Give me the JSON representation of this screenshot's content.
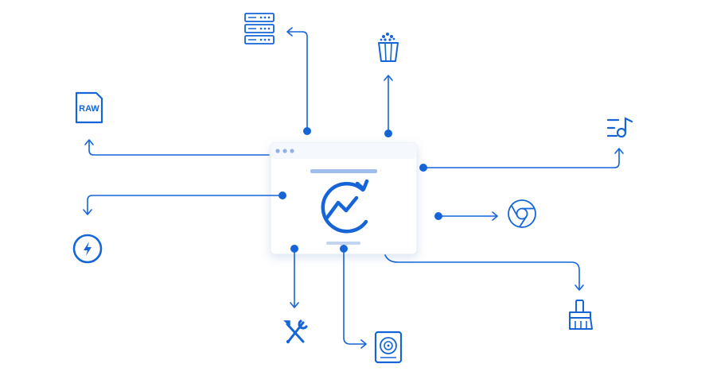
{
  "colors": {
    "accent": "#1565d8",
    "accent_light": "#9fbcee",
    "window_border": "#e6ecf5",
    "window_bg": "#ffffff",
    "titlebar_bg": "#f5f8fc",
    "dots": "#8fb1e8"
  },
  "center": {
    "icon": "refresh-trend-icon"
  },
  "nodes": [
    {
      "id": "server",
      "icon": "server-rack-icon"
    },
    {
      "id": "popcorn",
      "icon": "popcorn-icon"
    },
    {
      "id": "raw-file",
      "icon": "raw-file-icon",
      "label": "RAW"
    },
    {
      "id": "music-list",
      "icon": "music-playlist-icon"
    },
    {
      "id": "flash",
      "icon": "lightning-bolt-icon"
    },
    {
      "id": "chrome",
      "icon": "chrome-browser-icon"
    },
    {
      "id": "tools",
      "icon": "wrench-screwdriver-icon"
    },
    {
      "id": "disk",
      "icon": "hard-drive-icon"
    },
    {
      "id": "broom",
      "icon": "broom-cleaner-icon"
    }
  ]
}
